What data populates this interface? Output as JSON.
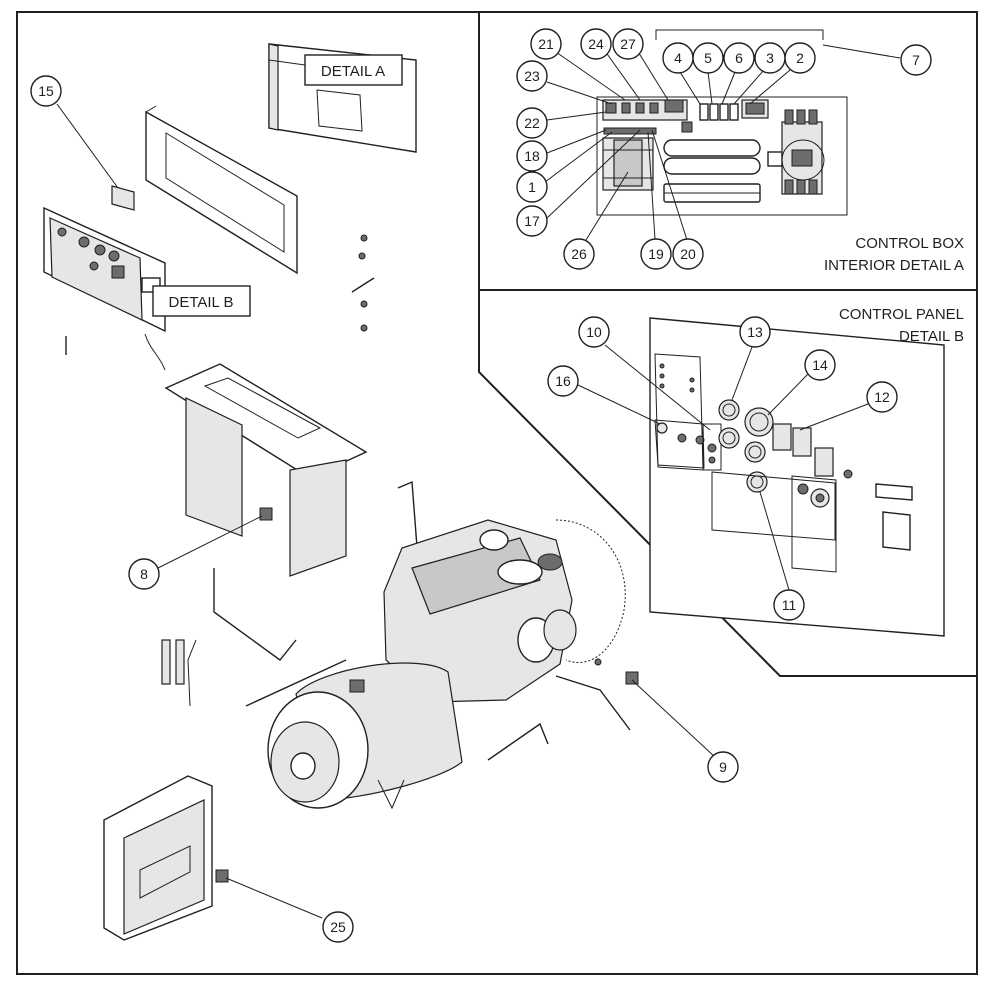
{
  "callouts": [
    {
      "id": "c21",
      "label": "21"
    },
    {
      "id": "c24",
      "label": "24"
    },
    {
      "id": "c27",
      "label": "27"
    },
    {
      "id": "c4",
      "label": "4"
    },
    {
      "id": "c5",
      "label": "5"
    },
    {
      "id": "c6",
      "label": "6"
    },
    {
      "id": "c3",
      "label": "3"
    },
    {
      "id": "c2",
      "label": "2"
    },
    {
      "id": "c7",
      "label": "7"
    },
    {
      "id": "c23",
      "label": "23"
    },
    {
      "id": "c22",
      "label": "22"
    },
    {
      "id": "c18",
      "label": "18"
    },
    {
      "id": "c1",
      "label": "1"
    },
    {
      "id": "c17",
      "label": "17"
    },
    {
      "id": "c26",
      "label": "26"
    },
    {
      "id": "c19",
      "label": "19"
    },
    {
      "id": "c20",
      "label": "20"
    },
    {
      "id": "c15",
      "label": "15"
    },
    {
      "id": "c10",
      "label": "10"
    },
    {
      "id": "c13",
      "label": "13"
    },
    {
      "id": "c16",
      "label": "16"
    },
    {
      "id": "c14",
      "label": "14"
    },
    {
      "id": "c12",
      "label": "12"
    },
    {
      "id": "c11",
      "label": "11"
    },
    {
      "id": "c8",
      "label": "8"
    },
    {
      "id": "c9",
      "label": "9"
    },
    {
      "id": "c25",
      "label": "25"
    }
  ],
  "panels": {
    "control_box": {
      "line1": "CONTROL BOX",
      "line2": "INTERIOR DETAIL A"
    },
    "control_panel": {
      "line1": "CONTROL PANEL",
      "line2": "DETAIL B"
    }
  },
  "detail_labels": {
    "detail_a": "DETAIL A",
    "detail_b": "DETAIL B"
  }
}
